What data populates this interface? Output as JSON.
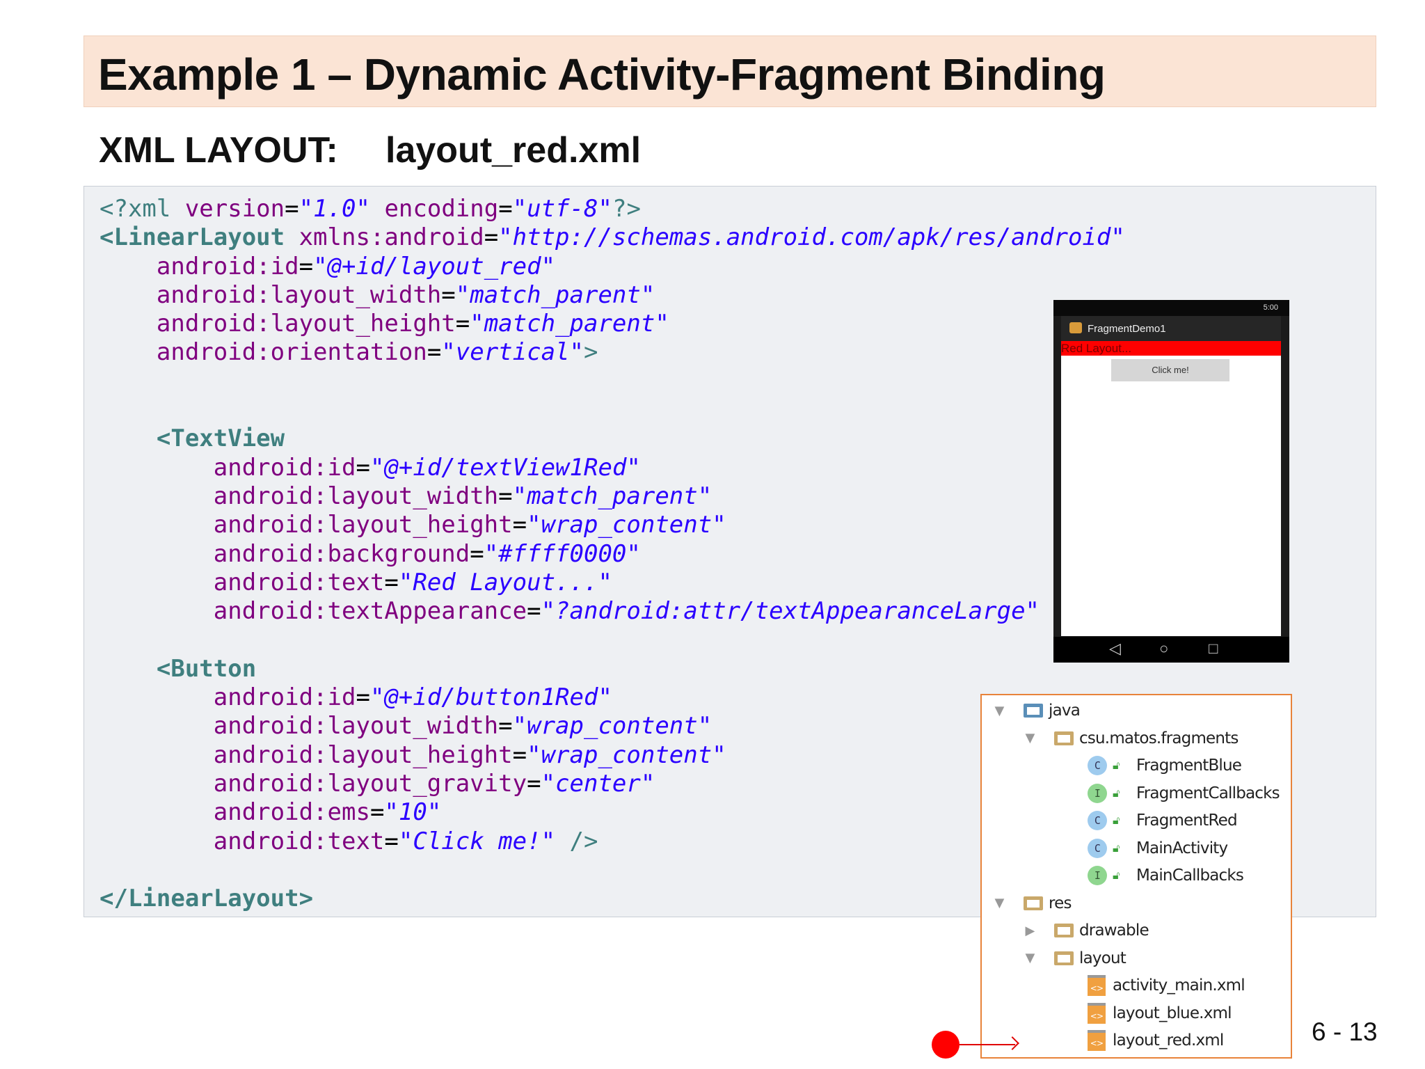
{
  "title": "Example 1 – Dynamic Activity-Fragment Binding",
  "subtitle": {
    "label": "XML LAYOUT:",
    "file": "layout_red.xml"
  },
  "code_lines": [
    [
      [
        "pi",
        "<?xml "
      ],
      [
        "attr",
        "version"
      ],
      [
        "eq",
        "="
      ],
      [
        "val",
        "\"1.0\""
      ],
      [
        "attr",
        " encoding"
      ],
      [
        "eq",
        "="
      ],
      [
        "val",
        "\"utf-8\""
      ],
      [
        "pi",
        "?>"
      ]
    ],
    [
      [
        "tag",
        "<LinearLayout"
      ],
      [
        "attr",
        " xmlns:android"
      ],
      [
        "eq",
        "="
      ],
      [
        "val",
        "\"http://schemas.android.com/apk/res/android\""
      ]
    ],
    [
      [
        "attr",
        "    android:id"
      ],
      [
        "eq",
        "="
      ],
      [
        "val",
        "\"@+id/layout_red\""
      ]
    ],
    [
      [
        "attr",
        "    android:layout_width"
      ],
      [
        "eq",
        "="
      ],
      [
        "val",
        "\"match_parent\""
      ]
    ],
    [
      [
        "attr",
        "    android:layout_height"
      ],
      [
        "eq",
        "="
      ],
      [
        "val",
        "\"match_parent\""
      ]
    ],
    [
      [
        "attr",
        "    android:orientation"
      ],
      [
        "eq",
        "="
      ],
      [
        "val",
        "\"vertical\""
      ],
      [
        "punct",
        ">"
      ]
    ],
    [],
    [],
    [
      [
        "tag",
        "    <TextView"
      ]
    ],
    [
      [
        "attr",
        "        android:id"
      ],
      [
        "eq",
        "="
      ],
      [
        "val",
        "\"@+id/textView1Red\""
      ]
    ],
    [
      [
        "attr",
        "        android:layout_width"
      ],
      [
        "eq",
        "="
      ],
      [
        "val",
        "\"match_parent\""
      ]
    ],
    [
      [
        "attr",
        "        android:layout_height"
      ],
      [
        "eq",
        "="
      ],
      [
        "val",
        "\"wrap_content\""
      ]
    ],
    [
      [
        "attr",
        "        android:background"
      ],
      [
        "eq",
        "="
      ],
      [
        "val",
        "\"#ffff0000\""
      ]
    ],
    [
      [
        "attr",
        "        android:text"
      ],
      [
        "eq",
        "="
      ],
      [
        "val",
        "\"Red Layout...\""
      ]
    ],
    [
      [
        "attr",
        "        android:textAppearance"
      ],
      [
        "eq",
        "="
      ],
      [
        "val",
        "\"?android:attr/textAppearanceLarge\""
      ]
    ],
    [],
    [
      [
        "tag",
        "    <Button"
      ]
    ],
    [
      [
        "attr",
        "        android:id"
      ],
      [
        "eq",
        "="
      ],
      [
        "val",
        "\"@+id/button1Red\""
      ]
    ],
    [
      [
        "attr",
        "        android:layout_width"
      ],
      [
        "eq",
        "="
      ],
      [
        "val",
        "\"wrap_content\""
      ]
    ],
    [
      [
        "attr",
        "        android:layout_height"
      ],
      [
        "eq",
        "="
      ],
      [
        "val",
        "\"wrap_content\""
      ]
    ],
    [
      [
        "attr",
        "        android:layout_gravity"
      ],
      [
        "eq",
        "="
      ],
      [
        "val",
        "\"center\""
      ]
    ],
    [
      [
        "attr",
        "        android:ems"
      ],
      [
        "eq",
        "="
      ],
      [
        "val",
        "\"10\""
      ]
    ],
    [
      [
        "attr",
        "        android:text"
      ],
      [
        "eq",
        "="
      ],
      [
        "val",
        "\"Click me!\""
      ],
      [
        "punct",
        " />"
      ]
    ],
    [],
    [
      [
        "tag",
        "</LinearLayout>"
      ]
    ]
  ],
  "phone": {
    "time": "5:00",
    "app_title": "FragmentDemo1",
    "red_text": "Red Layout...",
    "button_label": "Click me!",
    "nav": {
      "back": "◁",
      "home": "○",
      "recents": "□"
    }
  },
  "tree": [
    {
      "label": "java",
      "icon": "folder-java",
      "arrow": "▼",
      "level": 0
    },
    {
      "label": "csu.matos.fragments",
      "icon": "package",
      "arrow": "▼",
      "level": 1
    },
    {
      "label": "FragmentBlue",
      "icon": "class",
      "badge": "C",
      "level": 2
    },
    {
      "label": "FragmentCallbacks",
      "icon": "interface",
      "badge": "I",
      "level": 2
    },
    {
      "label": "FragmentRed",
      "icon": "class",
      "badge": "C",
      "level": 2
    },
    {
      "label": "MainActivity",
      "icon": "class",
      "badge": "C",
      "level": 2
    },
    {
      "label": "MainCallbacks",
      "icon": "interface",
      "badge": "I",
      "level": 2
    },
    {
      "label": "res",
      "icon": "folder-res",
      "arrow": "▼",
      "level": 0
    },
    {
      "label": "drawable",
      "icon": "package",
      "arrow": "▶",
      "level": 1
    },
    {
      "label": "layout",
      "icon": "package",
      "arrow": "▼",
      "level": 1
    },
    {
      "label": "activity_main.xml",
      "icon": "xml-file",
      "level": 2
    },
    {
      "label": "layout_blue.xml",
      "icon": "xml-file",
      "level": 2
    },
    {
      "label": "layout_red.xml",
      "icon": "xml-file",
      "level": 2
    }
  ],
  "page_number": "6 - 13",
  "colors": {
    "title_bg": "#fbe4d5",
    "tree_border": "#e8833a",
    "pointer": "#ff0000"
  }
}
